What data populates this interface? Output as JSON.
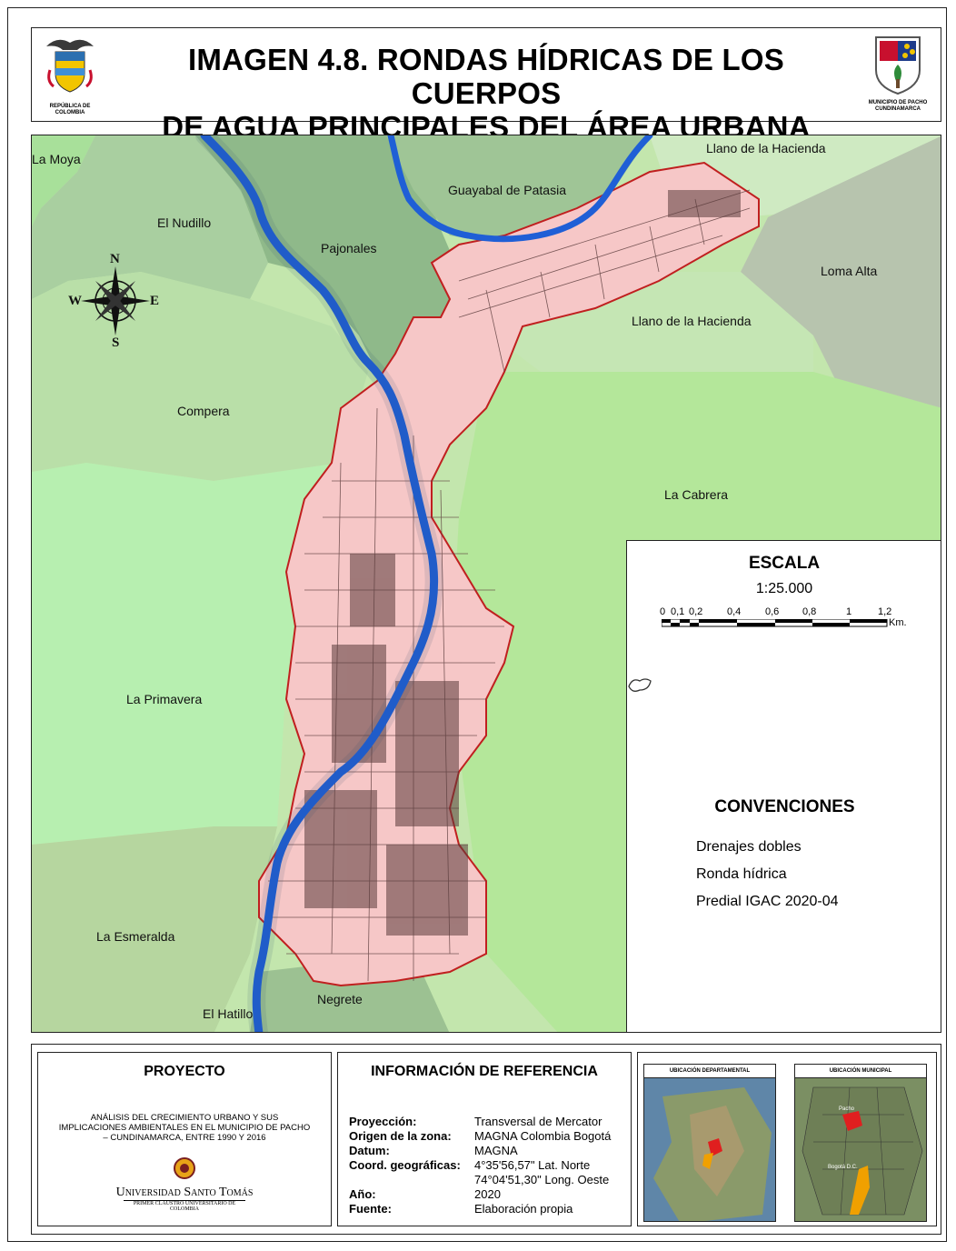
{
  "title_line1": "IMAGEN 4.8. RONDAS HÍDRICAS DE LOS CUERPOS",
  "title_line2": "DE AGUA PRINCIPALES DEL ÁREA URBANA",
  "logo_left_caption_1": "REPÚBLICA DE",
  "logo_left_caption_2": "COLOMBIA",
  "logo_right_caption_1": "MUNICIPIO DE PACHO",
  "logo_right_caption_2": "CUNDINAMARCA",
  "compass": {
    "n": "N",
    "s": "S",
    "e": "E",
    "w": "W"
  },
  "places": {
    "la_moya": "La Moya",
    "el_nudillo": "El Nudillo",
    "pajonales": "Pajonales",
    "guayabal": "Guayabal de Patasia",
    "llano1": "Llano de la Hacienda",
    "llano2": "Llano de la Hacienda",
    "loma_alta": "Loma Alta",
    "compera": "Compera",
    "la_cabrera": "La Cabrera",
    "la_primavera": "La Primavera",
    "la_esmeralda": "La Esmeralda",
    "el_hatillo": "El Hatillo",
    "negrete": "Negrete"
  },
  "scale": {
    "title": "ESCALA",
    "ratio": "1:25.000",
    "ticks": [
      "0",
      "0,1",
      "0,2",
      "0,4",
      "0,6",
      "0,8",
      "1",
      "1,2"
    ],
    "unit": "Km."
  },
  "legend": {
    "title": "CONVENCIONES",
    "items": [
      {
        "label": "Drenajes dobles",
        "color": "#1f5fd6"
      },
      {
        "label": "Ronda hídrica",
        "color": "#bfe6a8"
      },
      {
        "label": "Predial IGAC 2020-04",
        "color": "#ffffff"
      }
    ]
  },
  "project": {
    "title": "PROYECTO",
    "description": "ANÁLISIS DEL CRECIMIENTO URBANO Y SUS IMPLICACIONES AMBIENTALES EN EL MUNICIPIO DE PACHO – CUNDINAMARCA, ENTRE 1990 Y 2016",
    "university": "Universidad Santo Tomás",
    "university_sub": "PRIMER CLAUSTRO UNIVERSITARIO DE COLOMBIA"
  },
  "reference": {
    "title": "INFORMACIÓN DE REFERENCIA",
    "rows": [
      {
        "k": "Proyección:",
        "v": "Transversal de Mercator"
      },
      {
        "k": "Origen de la zona:",
        "v": "MAGNA Colombia Bogotá"
      },
      {
        "k": "Datum:",
        "v": "MAGNA"
      },
      {
        "k": "Coord. geográficas:",
        "v": "4°35'56,57\" Lat. Norte"
      },
      {
        "k": "",
        "v": "74°04'51,30\" Long. Oeste"
      },
      {
        "k": "Año:",
        "v": "2020"
      },
      {
        "k": "Fuente:",
        "v": "Elaboración propia"
      }
    ]
  },
  "loc_dep": {
    "title": "UBICACIÓN DEPARTAMENTAL"
  },
  "loc_mun": {
    "title": "UBICACIÓN MUNICIPAL",
    "pacho": "Pacho",
    "bogota": "Bogotá D.C."
  }
}
